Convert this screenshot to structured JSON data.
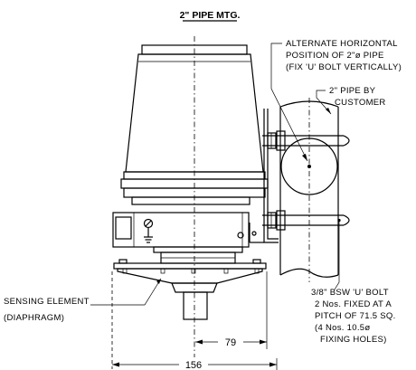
{
  "title": "2\" PIPE MTG.",
  "callouts": {
    "alternate": [
      "ALTERNATE HORIZONTAL",
      "POSITION OF 2\"ø PIPE",
      "(FIX 'U' BOLT VERTICALLY)"
    ],
    "pipe": [
      "2\" PIPE BY",
      "CUSTOMER"
    ],
    "ubolt": [
      "3/8\" BSW 'U' BOLT",
      "2 Nos. FIXED AT A",
      "PITCH OF 71.5 SQ.",
      "(4 Nos. 10.5ø",
      "FIXING  HOLES)"
    ],
    "sensing": [
      "SENSING ELEMENT",
      "(DIAPHRAGM)"
    ]
  },
  "dimensions": {
    "d79": "79",
    "d156": "156"
  }
}
